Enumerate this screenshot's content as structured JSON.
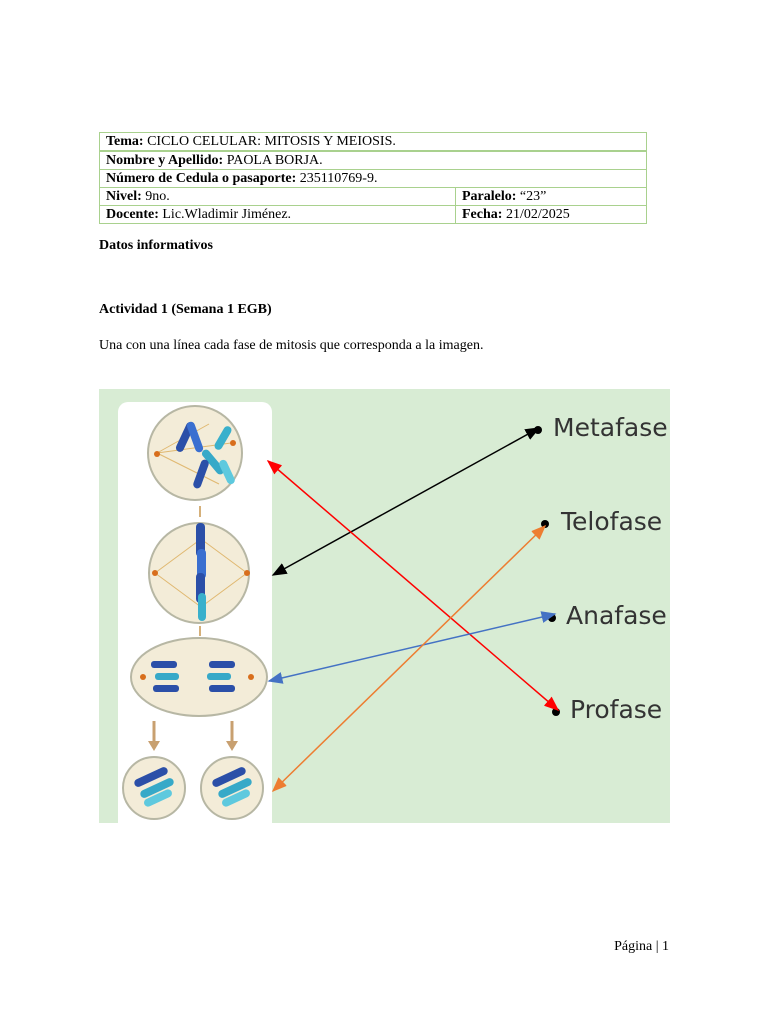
{
  "header_table": {
    "tema_label": "Tema:",
    "tema_value": " CICLO CELULAR: MITOSIS Y MEIOSIS.",
    "nombre_label": "Nombre y Apellido:",
    "nombre_value": " PAOLA BORJA.",
    "cedula_label": "Número de Cedula o pasaporte:",
    "cedula_value": " 235110769-9.",
    "nivel_label": "Nivel:",
    "nivel_value": "  9no.",
    "paralelo_label": "Paralelo:",
    "paralelo_value": " “23”",
    "docente_label": "Docente:",
    "docente_value": " Lic.Wladimir Jiménez.",
    "fecha_label": "Fecha:",
    "fecha_value": " 21/02/2025"
  },
  "sections": {
    "datos_title": "Datos informativos",
    "actividad_title": "Actividad 1 (Semana 1 EGB)",
    "instruction": "Una con una línea cada fase de mitosis que corresponda a la imagen."
  },
  "figure": {
    "phases": [
      "Metafase",
      "Telofase",
      "Anafase",
      "Profase"
    ],
    "line_colors": {
      "metafase": "#000000",
      "telofase": "#ed7d31",
      "anafase": "#4472c4",
      "profase": "#ff0000"
    },
    "background": "#d8ecd4"
  },
  "footer": {
    "page_label": "Página | 1"
  }
}
